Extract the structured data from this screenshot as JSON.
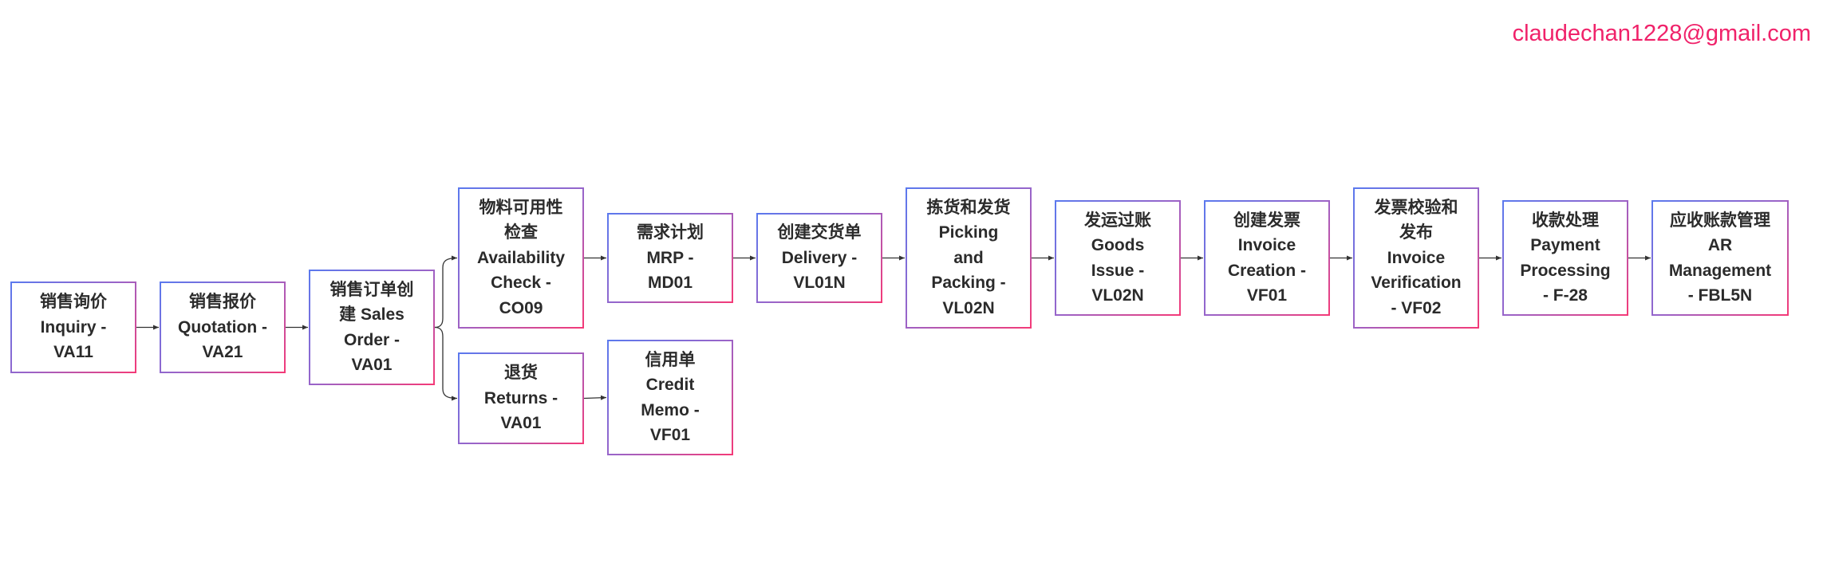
{
  "watermark": "claudechan1228@gmail.com",
  "colors": {
    "border_start": "#5b79ee",
    "border_end": "#f43a78",
    "watermark": "#f0226a",
    "edge": "#333333"
  },
  "nodes": [
    {
      "id": "inquiry",
      "label": "销售询价\nInquiry -\nVA11"
    },
    {
      "id": "quotation",
      "label": "销售报价\nQuotation -\nVA21"
    },
    {
      "id": "sales-order",
      "label": "销售订单创\n建 Sales\nOrder -\nVA01"
    },
    {
      "id": "availability-check",
      "label": "物料可用性\n检查\nAvailability\nCheck -\nCO09"
    },
    {
      "id": "returns",
      "label": "退货\nReturns -\nVA01"
    },
    {
      "id": "mrp",
      "label": "需求计划\nMRP -\nMD01"
    },
    {
      "id": "credit-memo",
      "label": "信用单\nCredit\nMemo -\nVF01"
    },
    {
      "id": "delivery",
      "label": "创建交货单\nDelivery -\nVL01N"
    },
    {
      "id": "picking-packing",
      "label": "拣货和发货\nPicking\nand\nPacking -\nVL02N"
    },
    {
      "id": "goods-issue",
      "label": "发运过账\nGoods\nIssue -\nVL02N"
    },
    {
      "id": "invoice-creation",
      "label": "创建发票\nInvoice\nCreation -\nVF01"
    },
    {
      "id": "invoice-verification",
      "label": "发票校验和\n发布\nInvoice\nVerification\n- VF02"
    },
    {
      "id": "payment-processing",
      "label": "收款处理\nPayment\nProcessing\n- F-28"
    },
    {
      "id": "ar-management",
      "label": "应收账款管理\nAR\nManagement\n- FBL5N"
    }
  ],
  "edges": [
    [
      "inquiry",
      "quotation"
    ],
    [
      "quotation",
      "sales-order"
    ],
    [
      "sales-order",
      "availability-check"
    ],
    [
      "sales-order",
      "returns"
    ],
    [
      "availability-check",
      "mrp"
    ],
    [
      "returns",
      "credit-memo"
    ],
    [
      "mrp",
      "delivery"
    ],
    [
      "delivery",
      "picking-packing"
    ],
    [
      "picking-packing",
      "goods-issue"
    ],
    [
      "goods-issue",
      "invoice-creation"
    ],
    [
      "invoice-creation",
      "invoice-verification"
    ],
    [
      "invoice-verification",
      "payment-processing"
    ],
    [
      "payment-processing",
      "ar-management"
    ]
  ]
}
